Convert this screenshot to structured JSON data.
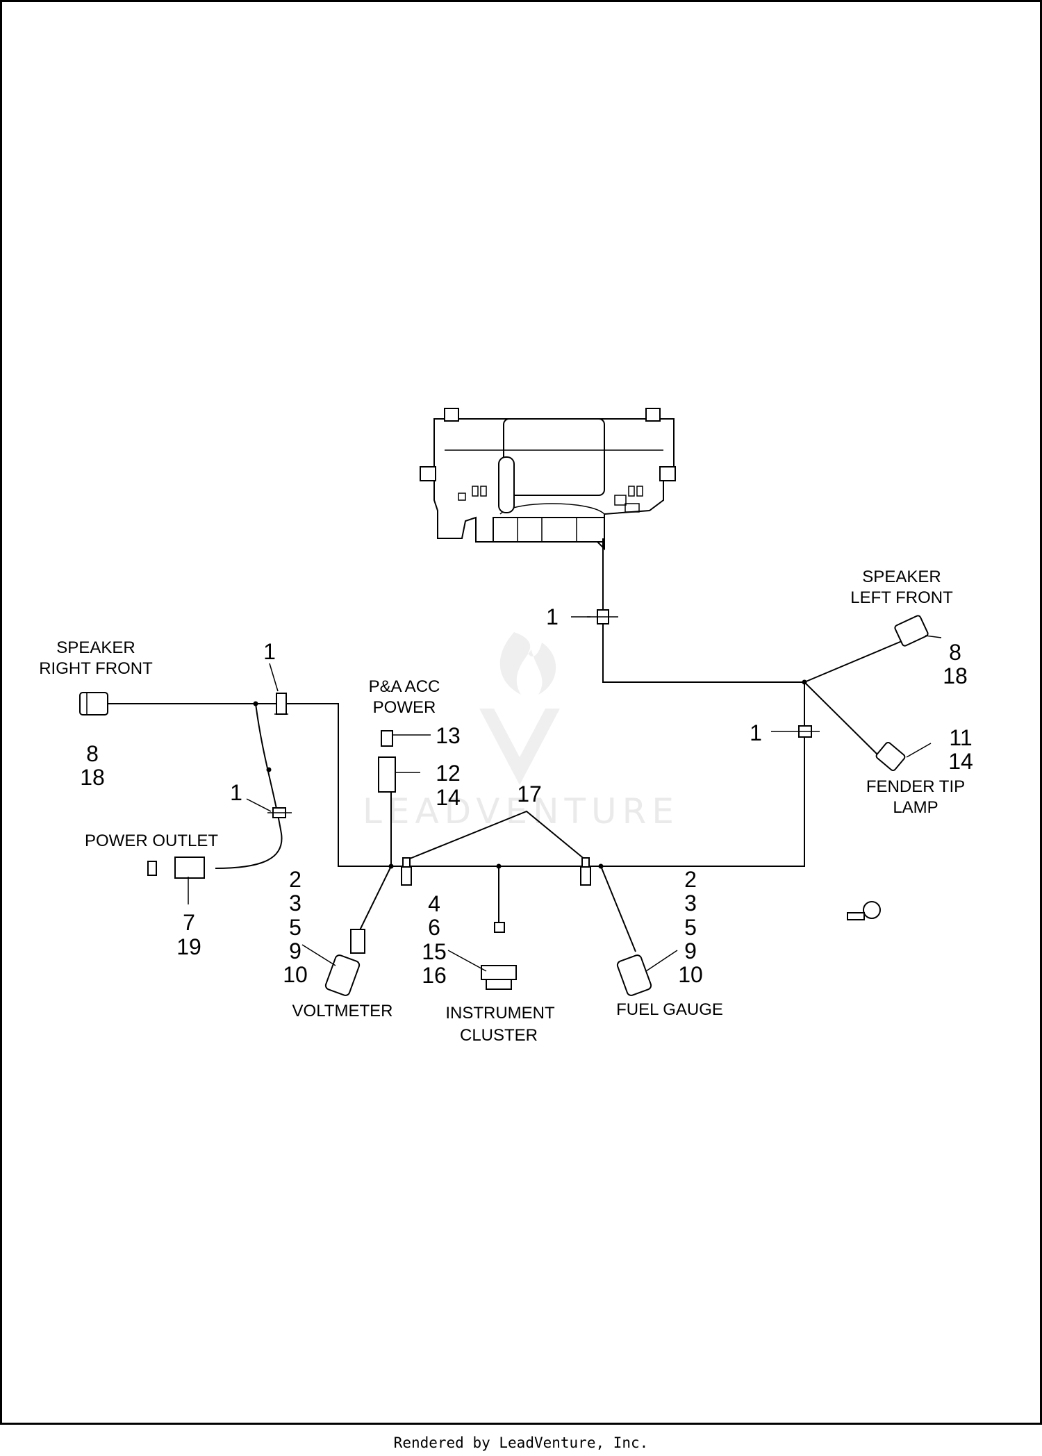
{
  "labels": {
    "speaker_left_front_1": "SPEAKER",
    "speaker_left_front_2": "LEFT FRONT",
    "speaker_right_front_1": "SPEAKER",
    "speaker_right_front_2": "RIGHT FRONT",
    "pa_acc_power_1": "P&A ACC",
    "pa_acc_power_2": "POWER",
    "power_outlet": "POWER OUTLET",
    "fender_tip_lamp_1": "FENDER TIP",
    "fender_tip_lamp_2": "LAMP",
    "voltmeter": "VOLTMETER",
    "instrument_cluster_1": "INSTRUMENT",
    "instrument_cluster_2": "CLUSTER",
    "fuel_gauge": "FUEL GAUGE"
  },
  "callouts": {
    "clip_top": "1",
    "clip_left": "1",
    "clip_left_mid": "1",
    "clip_right": "1",
    "speaker_left": [
      "8",
      "18"
    ],
    "speaker_right": [
      "8",
      "18"
    ],
    "fender_tip": [
      "11",
      "14"
    ],
    "acc_power_cap": "13",
    "acc_power_conn": [
      "12",
      "14"
    ],
    "harness": "17",
    "power_outlet": [
      "7",
      "19"
    ],
    "voltmeter": [
      "2",
      "3",
      "5",
      "9",
      "10"
    ],
    "instrument_cluster": [
      "4",
      "6",
      "15",
      "16"
    ],
    "fuel_gauge": [
      "2",
      "3",
      "5",
      "9",
      "10"
    ]
  },
  "watermark": "LEADVENTURE",
  "footer": "Rendered by LeadVenture, Inc."
}
